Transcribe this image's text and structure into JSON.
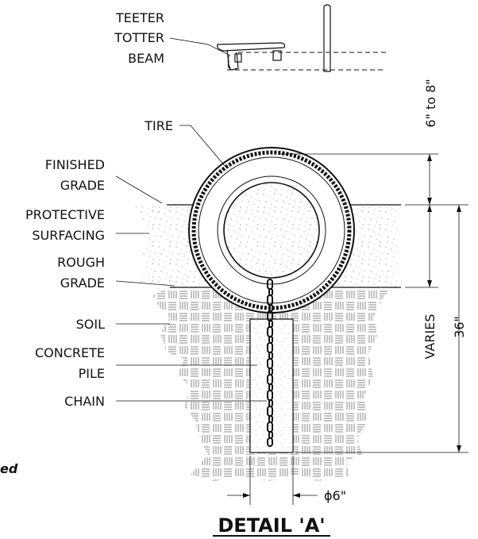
{
  "labels": {
    "teeter_line1": "TEETER",
    "teeter_line2": "TOTTER",
    "teeter_line3": "BEAM",
    "tire": "TIRE",
    "finished_line1": "FINISHED",
    "finished_line2": "GRADE",
    "protective_line1": "PROTECTIVE",
    "protective_line2": "SURFACING",
    "rough_line1": "ROUGH",
    "rough_line2": "GRADE",
    "soil": "SOIL",
    "concrete_line1": "CONCRETE",
    "concrete_line2": "PILE",
    "chain": "CHAIN",
    "partial_left": "ed"
  },
  "dimensions": {
    "tire_above_grade": "6\" to 8\"",
    "varies": "VARIES",
    "depth": "36\"",
    "pile_diameter": "ϕ6\""
  },
  "title": "DETAIL 'A'"
}
